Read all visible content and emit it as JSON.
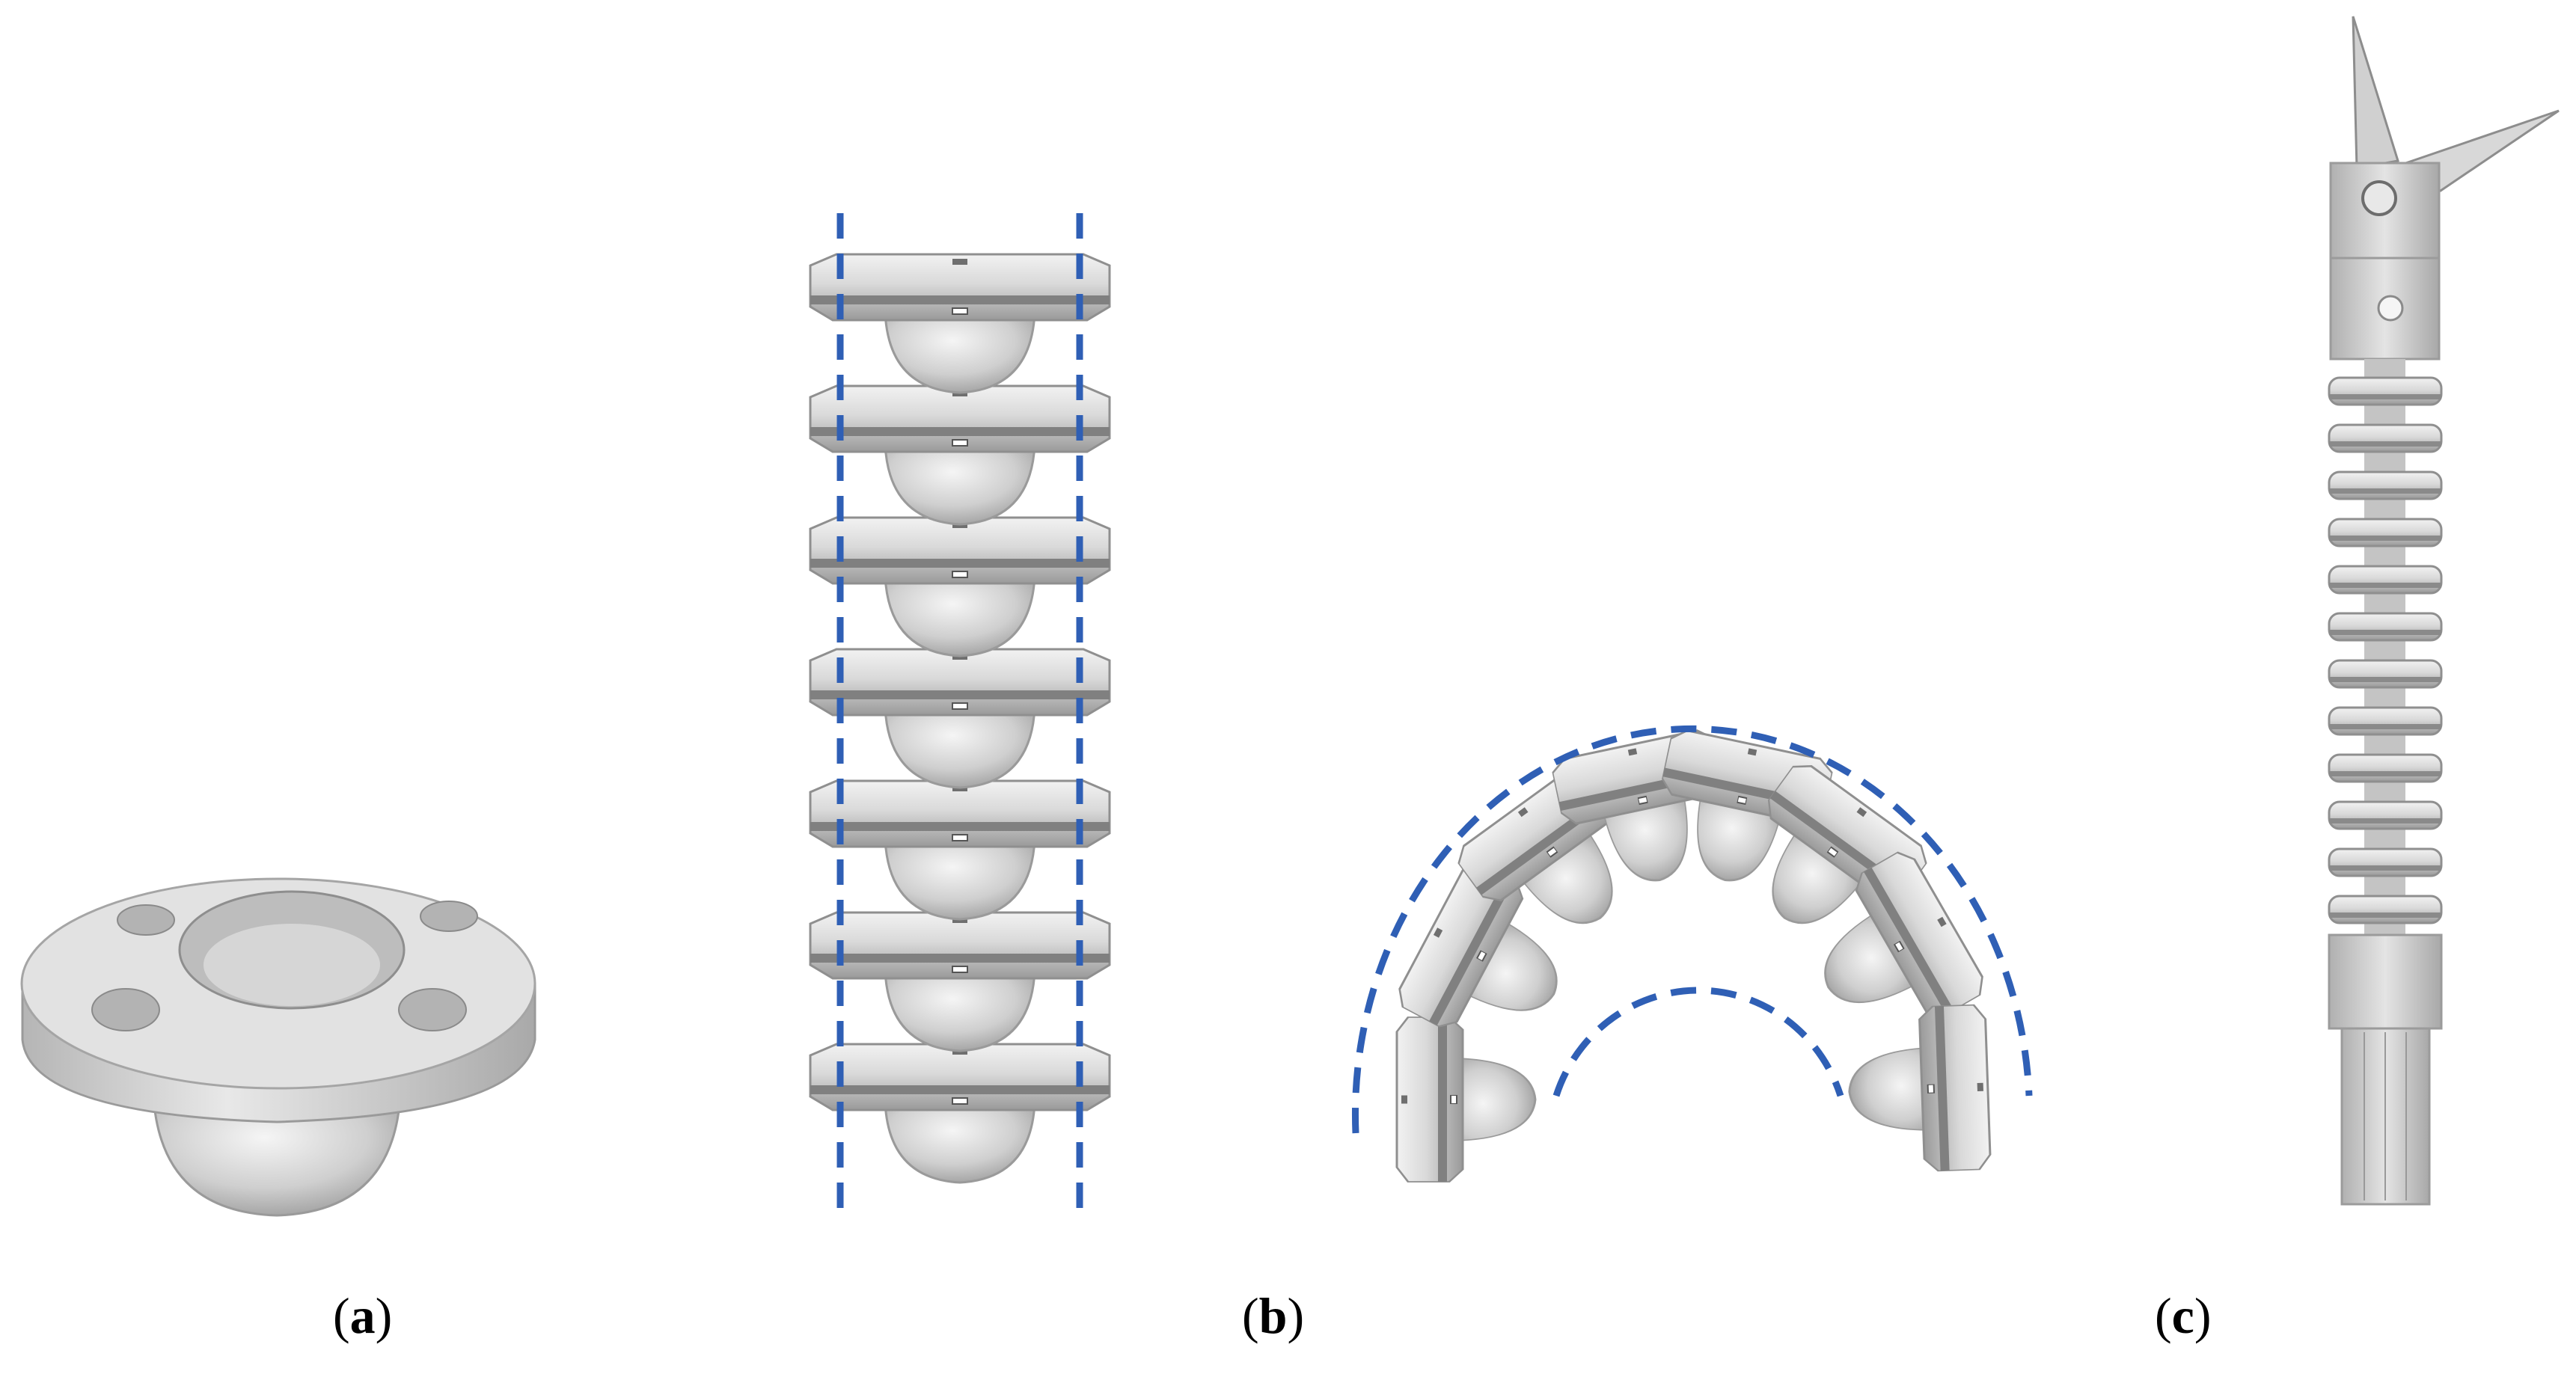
{
  "figure": {
    "panels": [
      {
        "id": "a",
        "open": "(",
        "letter": "a",
        "close": ")"
      },
      {
        "id": "b",
        "open": "(",
        "letter": "b",
        "close": ")"
      },
      {
        "id": "c",
        "open": "(",
        "letter": "c",
        "close": ")"
      }
    ],
    "colors": {
      "guide_line": "#2f5fb5",
      "metal_light": "#e6e6e6",
      "metal_mid": "#c9c9c9",
      "metal_dark": "#7a7a7a",
      "background": "#ffffff"
    }
  }
}
